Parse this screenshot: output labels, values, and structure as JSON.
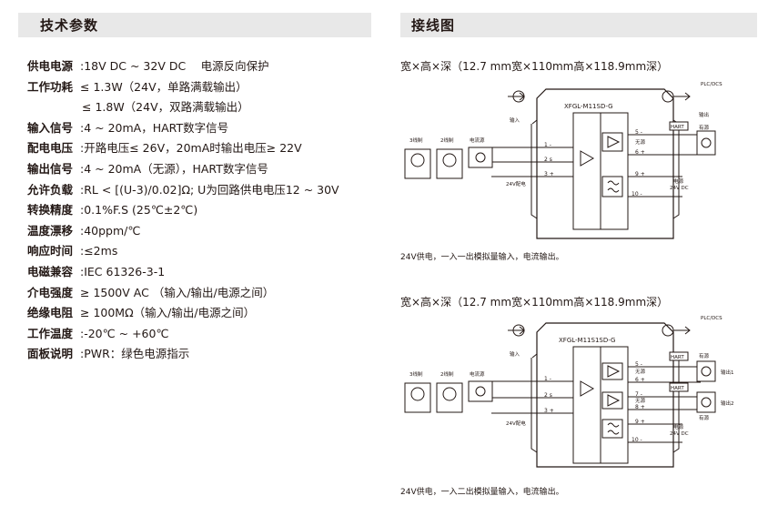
{
  "left": {
    "title": "技术参数",
    "params": [
      {
        "label": "供电电源",
        "value": ":18V DC ~ 32V DC　 电源反向保护"
      },
      {
        "label": "工作功耗",
        "value": "≤ 1.3W（24V，单路满载输出）"
      },
      {
        "label": "",
        "value": "≤ 1.8W（24V，双路满载输出）"
      },
      {
        "label": "输入信号",
        "value": ":4 ~ 20mA，HART数字信号"
      },
      {
        "label": "配电电压",
        "value": ":开路电压≤ 26V，20mA时输出电压≥ 22V"
      },
      {
        "label": "输出信号",
        "value": ":4 ~ 20mA（无源），HART数字信号"
      },
      {
        "label": "允许负载",
        "value": ":RL < [(U-3)/0.02]Ω; U为回路供电电压12 ~ 30V"
      },
      {
        "label": "转换精度",
        "value": ":0.1%F.S (25℃±2℃)"
      },
      {
        "label": "温度漂移",
        "value": ":40ppm/℃"
      },
      {
        "label": "响应时间",
        "value": ":≤2ms"
      },
      {
        "label": "电磁兼容",
        "value": ":IEC 61326-3-1"
      },
      {
        "label": "介电强度",
        "value": "≥ 1500V AC （输入/输出/电源之间）"
      },
      {
        "label": "绝缘电阻",
        "value": "≥ 100MΩ（输入/输出/电源之间）"
      },
      {
        "label": "工作温度",
        "value": ":-20℃ ~ +60℃"
      },
      {
        "label": "面板说明",
        "value": ":PWR：绿色电源指示"
      }
    ]
  },
  "right": {
    "title": "接线图",
    "diagram1": {
      "dimensions": "宽×高×深（12.7 mm宽×110mm高×118.9mm深）",
      "model": "XFGL-M11SD-G",
      "caption": "24V供电，一入一出模拟量输入，电流输出。",
      "labels": {
        "plc": "PLC/DCS",
        "input": "输入",
        "output": "输出",
        "hart": "HART",
        "active": "有源",
        "passive": "无源",
        "wire3": "3线制",
        "wire2": "2线制",
        "current_source": "电流源",
        "dist24": "24V配电",
        "power": "电源",
        "power_v": "24V DC"
      },
      "terminals_left": [
        "1 -",
        "2 s",
        "3 +"
      ],
      "terminals_right": [
        "5 -",
        "6 +",
        "9 +",
        "10 -"
      ]
    },
    "diagram2": {
      "dimensions": "宽×高×深（12.7 mm宽×110mm高×118.9mm深）",
      "model": "XFGL-M11S1SD-G",
      "caption": "24V供电，一入二出模拟量输入，电流输出。",
      "labels": {
        "plc": "PLC/DCS",
        "input": "输入",
        "output1": "输出1",
        "output2": "输出2",
        "hart": "HART",
        "active": "有源",
        "passive": "无源",
        "wire3": "3线制",
        "wire2": "2线制",
        "current_source": "电流源",
        "dist24": "24V配电",
        "power": "电源",
        "power_v": "24V DC"
      },
      "terminals_left": [
        "1 -",
        "2 s",
        "3 +"
      ],
      "terminals_right": [
        "5 -",
        "6 +",
        "7 -",
        "8 +",
        "9 +",
        "10 -"
      ]
    }
  }
}
